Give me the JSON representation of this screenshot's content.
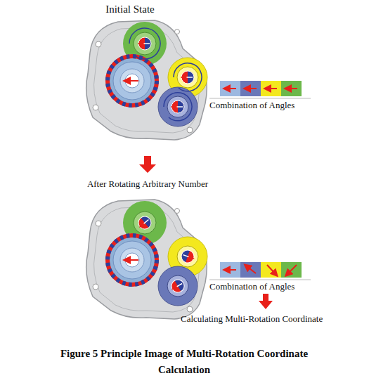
{
  "diagram": {
    "caption": "Figure 5 Principle Image of Multi-Rotation Coordinate Calculation",
    "labels": [
      "Initial State",
      "Combination of Angles",
      "After Rotating Arbitrary Number",
      "Combination of Angles",
      "Calculating Multi-Rotation Coordinate"
    ]
  }
}
